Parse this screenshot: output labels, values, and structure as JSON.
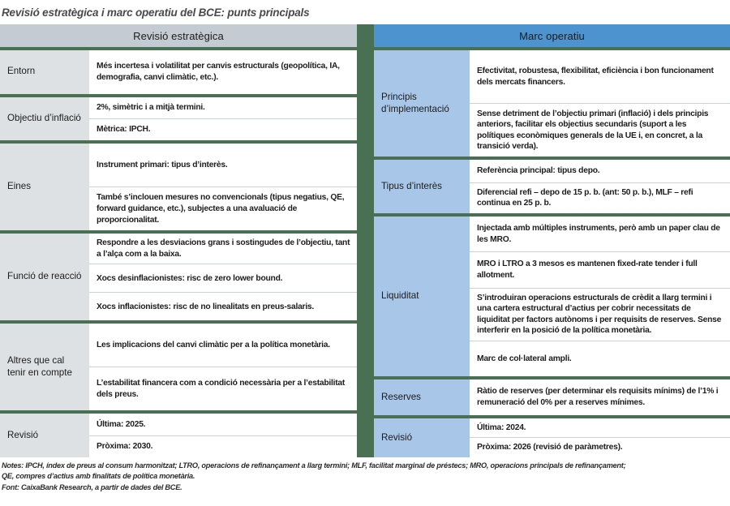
{
  "title": "Revisió estratègica i marc operatiu del BCE: punts principals",
  "colors": {
    "left_header_bg": "#c4cbd2",
    "left_label_bg": "#dde1e4",
    "right_header_bg": "#4c93cf",
    "right_label_bg": "#a8c6e8",
    "page_bg": "#4a7053",
    "cell_bg": "#ffffff",
    "text": "#1c1c1c"
  },
  "left_table": {
    "header": "Revisió estratègica",
    "rows": [
      {
        "label": "Entorn",
        "cells": [
          "Més incertesa i volatilitat per canvis estructurals (geopolítica, IA, demografia, canvi climàtic, etc.)."
        ]
      },
      {
        "label": "Objectiu d’inflació",
        "cells": [
          "2%, simètric i a mitjà termini.",
          "Mètrica: IPCH."
        ]
      },
      {
        "label": "Eines",
        "cells": [
          "Instrument primari: tipus d’interès.",
          "També s’inclouen mesures no convencionals (tipus negatius, QE, forward guidance, etc.), subjectes a una avaluació de proporcionalitat."
        ]
      },
      {
        "label": "Funció de reacció",
        "cells": [
          "Respondre a les desviacions grans i sostingudes de l’objectiu, tant a l’alça com a la baixa.",
          "Xocs desinflacionistes: risc de zero lower bound.",
          "Xocs inflacionistes: risc de no linealitats en preus-salaris."
        ]
      },
      {
        "label": "Altres que cal tenir en compte",
        "cells": [
          "Les implicacions del canvi climàtic per a la política monetària.",
          "L’estabilitat financera com a condició necessària per a l’estabilitat dels preus."
        ]
      },
      {
        "label": "Revisió",
        "cells": [
          "Última: 2025.",
          "Pròxima: 2030."
        ]
      }
    ]
  },
  "right_table": {
    "header": "Marc operatiu",
    "rows": [
      {
        "label": "Principis d’implementació",
        "cells": [
          "Efectivitat, robustesa, flexibilitat, eficiència i bon funcionament dels mercats financers.",
          "Sense detriment de l’objectiu primari (inflació) i dels principis anteriors, facilitar els objectius secundaris (suport a les polítiques econòmiques generals de la UE i, en concret, a la transició verda)."
        ]
      },
      {
        "label": "Tipus d’interès",
        "cells": [
          "Referència principal: tipus depo.",
          "Diferencial refi – depo de 15 p. b. (ant: 50 p. b.), MLF – refi continua en 25 p. b."
        ]
      },
      {
        "label": "Liquiditat",
        "cells": [
          "Injectada amb múltiples instruments, però amb un paper clau de les MRO.",
          "MRO i LTRO a 3 mesos es mantenen fixed-rate tender i full allotment.",
          "S’introduiran operacions estructurals de crèdit a llarg termini i una cartera estructural d’actius per cobrir necessitats de liquiditat per factors autònoms i per requisits de reserves. Sense interferir en la posició de la política monetària.",
          "Marc de col·lateral ampli."
        ]
      },
      {
        "label": "Reserves",
        "cells": [
          "Ràtio de reserves (per determinar els requisits mínims) de l’1% i remuneració del 0% per a reserves mínimes."
        ]
      },
      {
        "label": "Revisió",
        "cells": [
          "Última: 2024.",
          "Pròxima: 2026 (revisió de paràmetres)."
        ]
      }
    ]
  },
  "footnotes": {
    "notes_line1": "Notes: IPCH, índex de preus al consum harmonitzat; LTRO, operacions de refinançament a llarg termini; MLF, facilitat marginal de préstecs; MRO, operacions principals de refinançament;",
    "notes_line2": "QE, compres d’actius amb finalitats de política monetària.",
    "source_line": "Font: CaixaBank Research, a partir de dades del BCE."
  }
}
